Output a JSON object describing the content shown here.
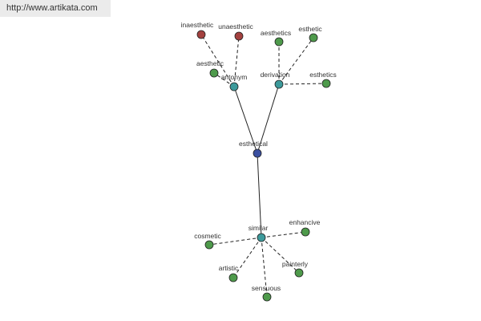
{
  "watermark": {
    "url": "http://www.artikata.com"
  },
  "colors": {
    "center": "#3a4fa0",
    "relation": "#3c9a9b",
    "word": "#4e9a4b",
    "antonym_word": "#a3413f",
    "edge": "#222222"
  },
  "graph": {
    "center": {
      "label": "esthetical"
    },
    "relations": [
      {
        "key": "antonym",
        "label": "antonym"
      },
      {
        "key": "derivation",
        "label": "derivation"
      },
      {
        "key": "similar",
        "label": "similar"
      }
    ],
    "words": [
      {
        "key": "inaesthetic",
        "label": "inaesthetic",
        "relation": "antonym",
        "kind": "antonym_word"
      },
      {
        "key": "unaesthetic",
        "label": "unaesthetic",
        "relation": "antonym",
        "kind": "antonym_word"
      },
      {
        "key": "aesthetic",
        "label": "aesthetic",
        "relation": "antonym",
        "kind": "word"
      },
      {
        "key": "aesthetics",
        "label": "aesthetics",
        "relation": "derivation",
        "kind": "word"
      },
      {
        "key": "esthetic",
        "label": "esthetic",
        "relation": "derivation",
        "kind": "word"
      },
      {
        "key": "esthetics",
        "label": "esthetics",
        "relation": "derivation",
        "kind": "word"
      },
      {
        "key": "cosmetic",
        "label": "cosmetic",
        "relation": "similar",
        "kind": "word"
      },
      {
        "key": "enhancive",
        "label": "enhancive",
        "relation": "similar",
        "kind": "word"
      },
      {
        "key": "artistic",
        "label": "artistic",
        "relation": "similar",
        "kind": "word"
      },
      {
        "key": "painterly",
        "label": "painterly",
        "relation": "similar",
        "kind": "word"
      },
      {
        "key": "sensuous",
        "label": "sensuous",
        "relation": "similar",
        "kind": "word"
      }
    ]
  }
}
